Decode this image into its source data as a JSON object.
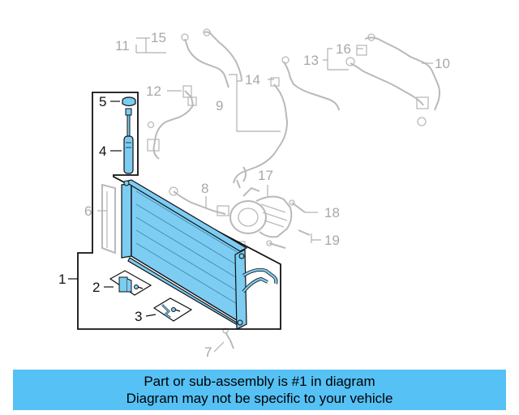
{
  "callouts": {
    "c1": "1",
    "c2": "2",
    "c3": "3",
    "c4": "4",
    "c5": "5",
    "c6": "6",
    "c7": "7",
    "c8": "8",
    "c9": "9",
    "c10": "10",
    "c11": "11",
    "c12": "12",
    "c13": "13",
    "c14": "14",
    "c15": "15",
    "c16": "16",
    "c17": "17",
    "c18": "18",
    "c19": "19"
  },
  "banner": {
    "line1": "Part or sub-assembly is #1 in diagram",
    "line2": "Diagram may not be specific to your vehicle"
  },
  "colors": {
    "condenser_fill": "#7dccf2",
    "banner_bg": "#55c1f5",
    "highlight_outline": "#111111",
    "ghost_parts": "#b9b9b9"
  }
}
